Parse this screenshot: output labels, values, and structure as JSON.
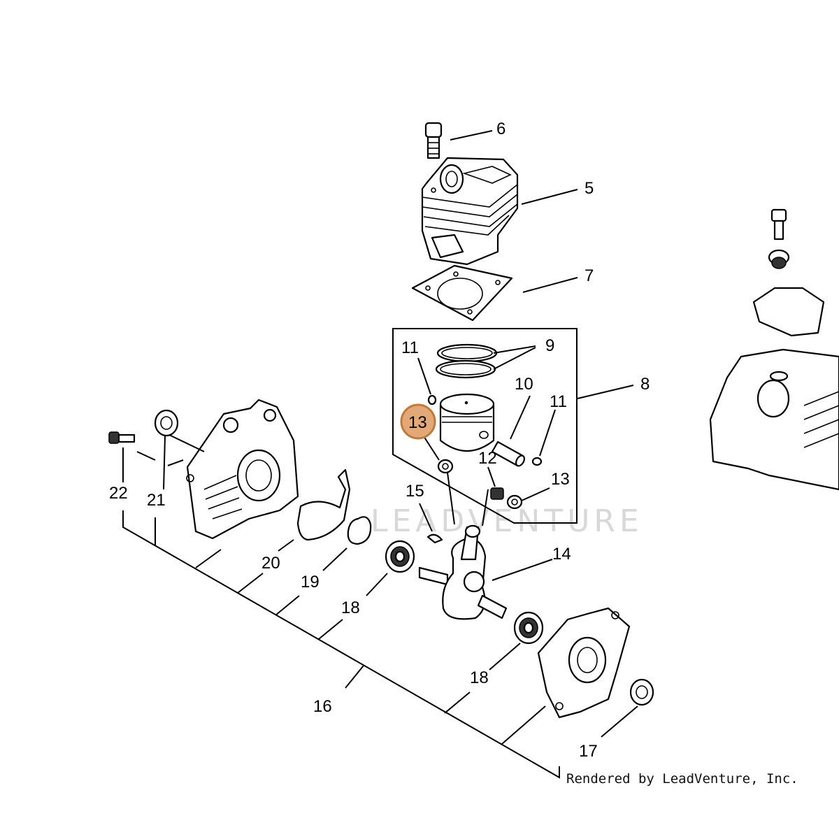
{
  "diagram": {
    "highlight_color": "#e2a877",
    "highlight_stroke": "#c07a3c",
    "watermark": "LEADVENTURE",
    "credit": "Rendered by LeadVenture, Inc.",
    "callouts": {
      "c6": "6",
      "c5": "5",
      "c7": "7",
      "c8": "8",
      "c9": "9",
      "c10": "10",
      "c11a": "11",
      "c11b": "11",
      "c12": "12",
      "c13a": "13",
      "c13b": "13",
      "c14": "14",
      "c15": "15",
      "c16": "16",
      "c17": "17",
      "c18a": "18",
      "c18b": "18",
      "c19": "19",
      "c20": "20",
      "c21": "21",
      "c22": "22"
    },
    "highlighted_callout": "13"
  }
}
